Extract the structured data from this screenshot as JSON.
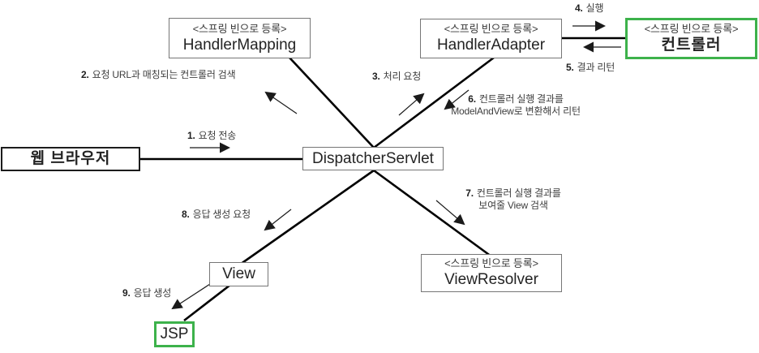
{
  "boxes": {
    "webBrowser": {
      "label": "웹 브라우저"
    },
    "dispatcherServlet": {
      "label": "DispatcherServlet"
    },
    "handlerMapping": {
      "stereotype": "<스프링 빈으로 등록>",
      "label": "HandlerMapping"
    },
    "handlerAdapter": {
      "stereotype": "<스프링 빈으로 등록>",
      "label": "HandlerAdapter"
    },
    "controller": {
      "stereotype": "<스프링 빈으로 등록>",
      "label": "컨트롤러"
    },
    "viewResolver": {
      "stereotype": "<스프링 빈으로 등록>",
      "label": "ViewResolver"
    },
    "view": {
      "label": "View"
    },
    "jsp": {
      "label": "JSP"
    }
  },
  "steps": {
    "s1": {
      "num": "1.",
      "text": "요청 전송"
    },
    "s2": {
      "num": "2.",
      "text": "요청 URL과 매칭되는 컨트롤러 검색"
    },
    "s3": {
      "num": "3.",
      "text": "처리 요청"
    },
    "s4": {
      "num": "4.",
      "text": "실행"
    },
    "s5": {
      "num": "5.",
      "text": "결과 리턴"
    },
    "s6": {
      "num": "6.",
      "line1": "컨트롤러 실행 결과를",
      "line2": "ModelAndView로 변환해서 리턴"
    },
    "s7": {
      "num": "7.",
      "line1": "컨트롤러 실행 결과를",
      "line2": "보여줄 View 검색"
    },
    "s8": {
      "num": "8.",
      "text": "응답 생성 요청"
    },
    "s9": {
      "num": "9.",
      "text": "응답 생성"
    }
  },
  "colors": {
    "highlight_border": "#3db24b",
    "box_border": "#767676",
    "line": "#000000"
  }
}
